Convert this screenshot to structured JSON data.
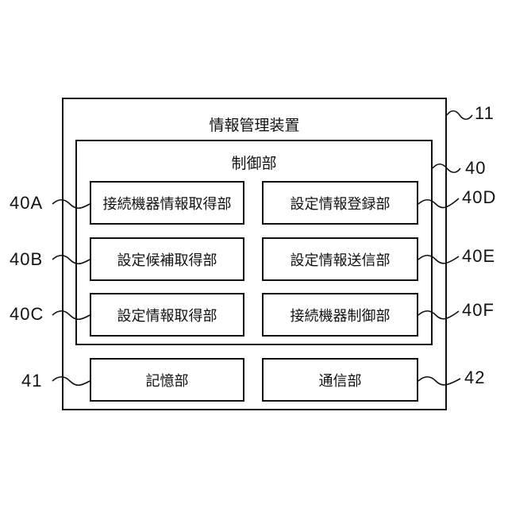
{
  "device": {
    "title": "情報管理装置",
    "ref": "11"
  },
  "control": {
    "title": "制御部",
    "ref": "40"
  },
  "blocks": {
    "connected_device_info_acquisition": {
      "label": "接続機器情報取得部",
      "ref": "40A"
    },
    "setting_info_registration": {
      "label": "設定情報登録部",
      "ref": "40D"
    },
    "setting_candidate_acquisition": {
      "label": "設定候補取得部",
      "ref": "40B"
    },
    "setting_info_transmission": {
      "label": "設定情報送信部",
      "ref": "40E"
    },
    "setting_info_acquisition": {
      "label": "設定情報取得部",
      "ref": "40C"
    },
    "connected_device_control": {
      "label": "接続機器制御部",
      "ref": "40F"
    },
    "storage": {
      "label": "記憶部",
      "ref": "41"
    },
    "communication": {
      "label": "通信部",
      "ref": "42"
    }
  },
  "colors": {
    "line": "#111111",
    "background": "#ffffff"
  }
}
